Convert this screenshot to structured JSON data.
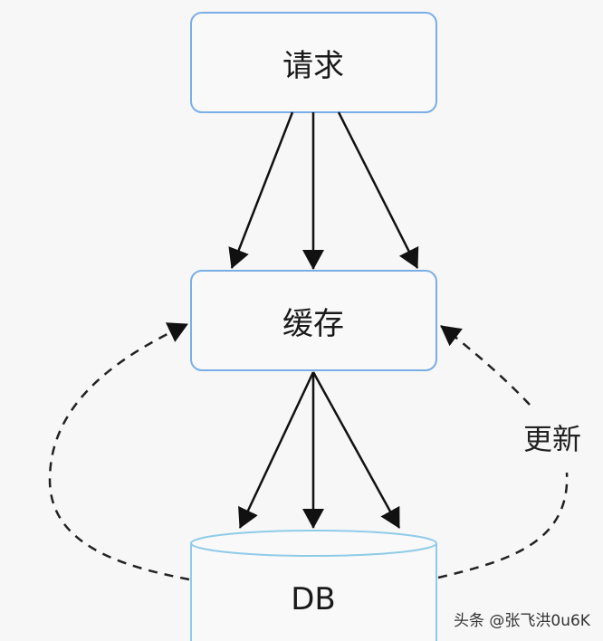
{
  "diagram": {
    "nodes": [
      {
        "id": "request",
        "label": "请求",
        "shape": "rounded-rect"
      },
      {
        "id": "cache",
        "label": "缓存",
        "shape": "rounded-rect"
      },
      {
        "id": "db",
        "label": "DB",
        "shape": "cylinder"
      }
    ],
    "edges": [
      {
        "from": "request",
        "to": "cache",
        "count": 3,
        "style": "solid"
      },
      {
        "from": "cache",
        "to": "db",
        "count": 3,
        "style": "solid"
      },
      {
        "from": "db",
        "to": "cache",
        "style": "dashed",
        "side": "left",
        "label": ""
      },
      {
        "from": "db",
        "to": "cache",
        "style": "dashed",
        "side": "right",
        "label": "更新"
      }
    ],
    "colors": {
      "box_border": "#7aaee6",
      "db_border": "#8fcbe8",
      "arrow": "#111111",
      "background": "#f7f7f7"
    }
  },
  "watermark": "头条 @张飞洪0u6K"
}
